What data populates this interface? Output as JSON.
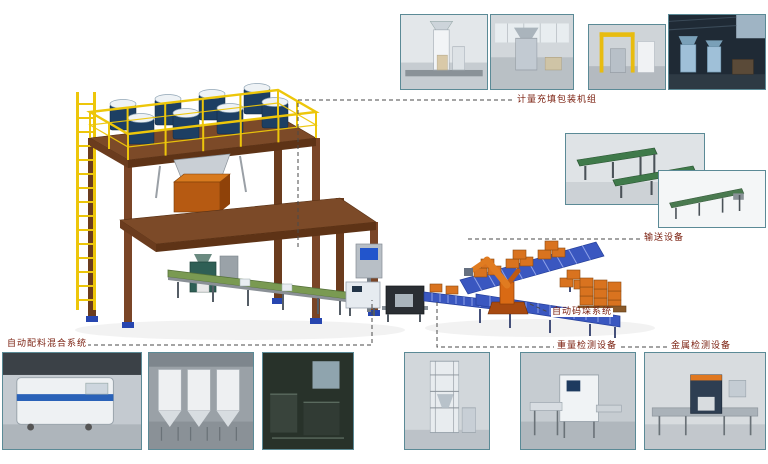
{
  "diagram": {
    "labels": {
      "packaging_unit": "计量充填包装机组",
      "conveying_equipment": "输送设备",
      "palletizing_system": "自动码垛系统",
      "batching_mixing_system": "自动配料混合系统",
      "weight_inspection": "重量检测设备",
      "metal_detection": "金属检测设备"
    },
    "colors": {
      "label_text": "#7b2010",
      "structure_yellow": "#edc60a",
      "structure_brown": "#7a4527",
      "hopper_navy": "#1d3f63",
      "conveyor_blue": "#3a57c0",
      "belt_green": "#7a9a52",
      "box_orange": "#d9731f",
      "robot_orange": "#e07b20",
      "photo_border": "#5b8a96"
    }
  }
}
